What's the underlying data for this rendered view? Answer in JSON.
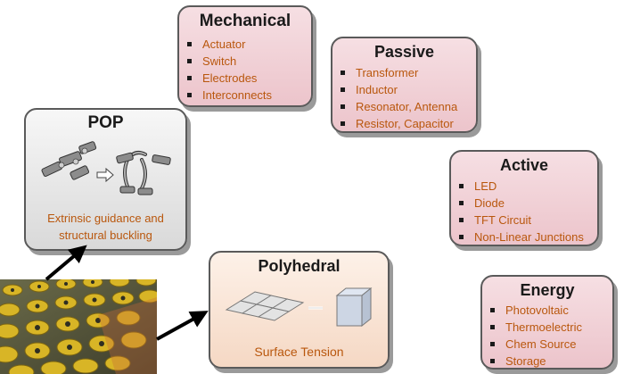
{
  "mechanical": {
    "title": "Mechanical",
    "items": [
      "Actuator",
      "Switch",
      "Electrodes",
      "Interconnects"
    ]
  },
  "passive": {
    "title": "Passive",
    "items": [
      "Transformer",
      "Inductor",
      "Resonator, Antenna",
      "Resistor, Capacitor"
    ]
  },
  "active": {
    "title": "Active",
    "items": [
      "LED",
      "Diode",
      "TFT Circuit",
      "Non-Linear Junctions"
    ]
  },
  "energy": {
    "title": "Energy",
    "items": [
      "Photovoltaic",
      "Thermoelectric",
      "Chem Source",
      "Storage"
    ]
  },
  "pop": {
    "title": "POP",
    "caption_line1": "Extrinsic guidance and",
    "caption_line2": "structural buckling"
  },
  "polyhedral": {
    "title": "Polyhedral",
    "caption": "Surface Tension"
  },
  "colors": {
    "item_text": "#b9570d",
    "pink_box": "#efcbd1",
    "pop_box": "#e4e4e4",
    "polyhedral_box": "#f9e3d4"
  }
}
